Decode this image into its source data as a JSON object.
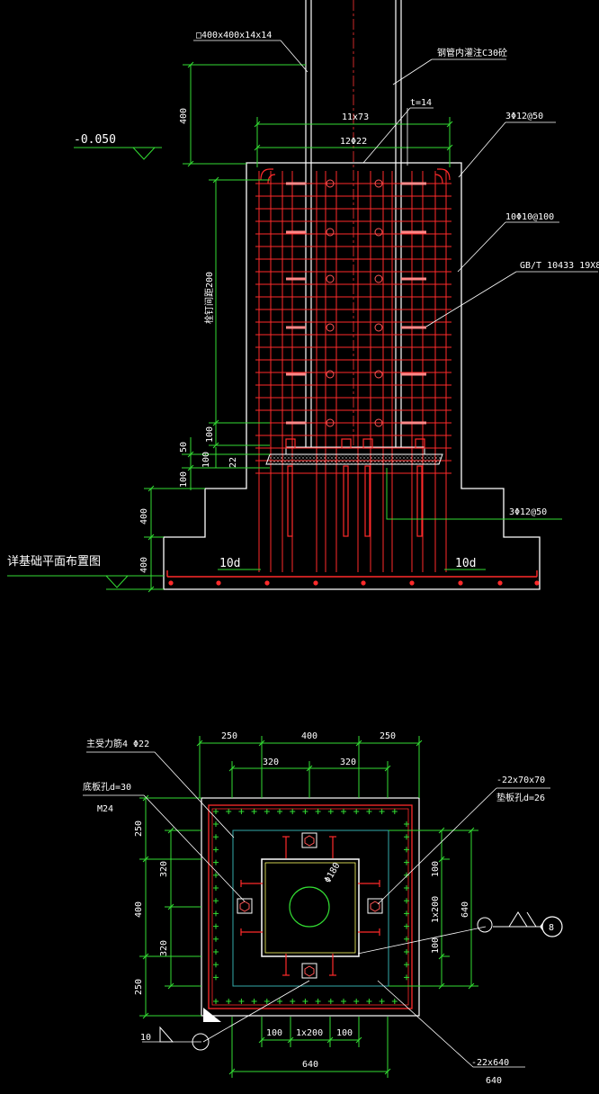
{
  "colors": {
    "background": "#000000",
    "concrete": "#ffffff",
    "rebar": "#ff2a2a",
    "dimension": "#33dd33",
    "leader": "#ffffff",
    "bolt": "#ff9999",
    "cyan": "#33cccc",
    "hatch": "#dddddd"
  },
  "elevation": {
    "column_label": "□400x400x14x14",
    "concrete_fill_label": "钢管内灌注C30砼",
    "level_label": "-0.050",
    "plate_label": "t=14",
    "dim_11x73": "11x73",
    "dim_12phi22": "12Φ22",
    "tie_label_top": "3Φ12@50",
    "stirrup_label": "10Φ10@100",
    "stud_label": "GB/T 10433  19X8",
    "studs_dim_label": "栓钉间距200",
    "tie_label_bottom": "3Φ12@50",
    "foundation_ref_label": "详基础平面布置图",
    "anchor_len_left": "10d",
    "anchor_len_right": "10d",
    "dim_400_top": "400",
    "dim_50": "50",
    "dim_100": "100",
    "dim_22": "22",
    "dim_100_b": "100",
    "dim_400_mid": "400",
    "dim_400_bot": "400",
    "dim_100_c": "100"
  },
  "plan": {
    "main_bar_label": "主受力筋4 Φ22",
    "hole_label": "底板孔d=30",
    "bolt_label": "M24",
    "stiffener_label": "-22x70x70",
    "stiff_hole_label": "垫板孔d=26",
    "dia_label": "Φ180",
    "base_plate_label": "-22x640",
    "section_mark": "10",
    "detail_mark": "8",
    "top_dims": [
      "250",
      "400",
      "250"
    ],
    "top_dims_2": [
      "320",
      "320"
    ],
    "left_dims": [
      "250",
      "400",
      "250"
    ],
    "left_dims_2": [
      "320",
      "320"
    ],
    "right_dims": [
      "100",
      "1x200",
      "100"
    ],
    "right_dim_total": "640",
    "bottom_dims": [
      "100",
      "1x200",
      "100"
    ],
    "bottom_dim_total": "640",
    "bottom_dim_total_2": "640"
  }
}
